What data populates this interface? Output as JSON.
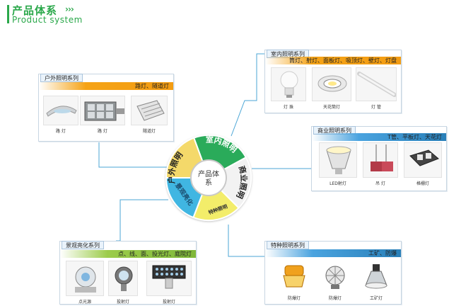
{
  "header": {
    "title": "产品体系",
    "arrows": "›››",
    "subtitle": "Product system"
  },
  "wheel": {
    "center_label": "产品体\n系",
    "center_line1": "产品体",
    "center_line2": "系",
    "segments": [
      {
        "label": "室内照明",
        "color": "#2bab5a"
      },
      {
        "label": "商业照明",
        "color": "#f2f2f2"
      },
      {
        "label": "特种照明",
        "color": "#f3ed6a"
      },
      {
        "label": "景观亮化",
        "color": "#3fb6e2"
      },
      {
        "label": "户外照明",
        "color": "#f4d96a"
      }
    ]
  },
  "categories": {
    "indoor": {
      "tab": "室内照明系列",
      "strip": "筒灯、射灯、面板灯、吸顶灯、壁灯、灯盘",
      "products": [
        "灯 珠",
        "天花筒灯",
        "灯 管"
      ]
    },
    "outdoor": {
      "tab": "户外照明系列",
      "strip": "路灯、隧道灯",
      "products": [
        "路 灯",
        "路 灯",
        "隧道灯"
      ]
    },
    "commercial": {
      "tab": "商业照明系列",
      "strip": "T管、平板灯、天花灯",
      "products": [
        "LED射灯",
        "吊 灯",
        "格栅灯"
      ]
    },
    "landscape": {
      "tab": "景观亮化系列",
      "strip": "点、线、面、投光灯、庭院灯",
      "products": [
        "点光源",
        "投射灯",
        "投射灯"
      ]
    },
    "special": {
      "tab": "特种照明系列",
      "strip": "工矿、防爆",
      "products": [
        "防爆灯",
        "防爆灯",
        "工矿灯"
      ]
    }
  }
}
